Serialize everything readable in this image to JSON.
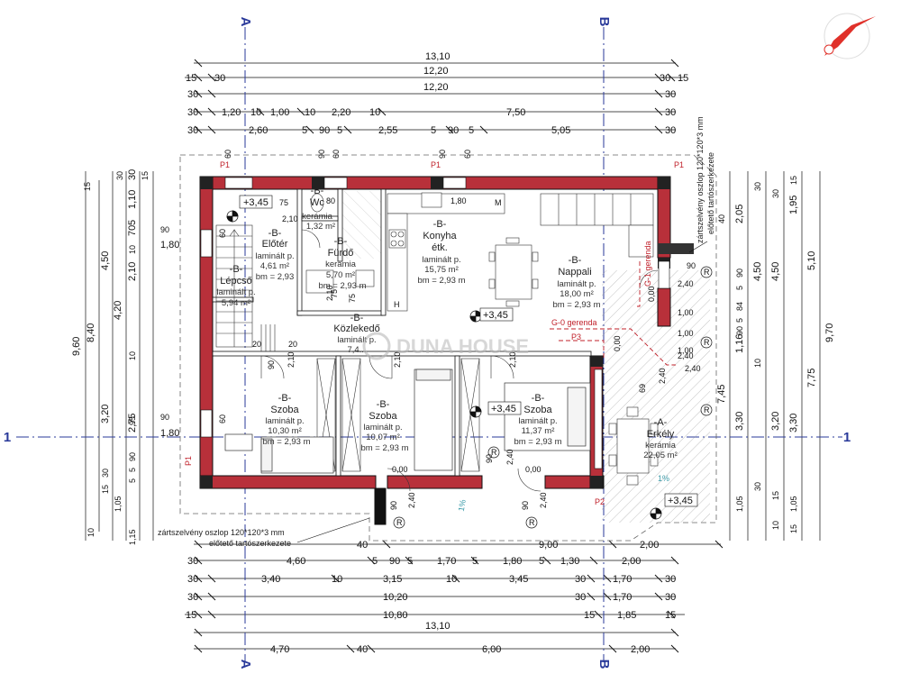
{
  "axes": {
    "A": "A",
    "B": "B",
    "one": "1"
  },
  "top_dims": {
    "row1": [
      "13,10"
    ],
    "row2": [
      "15",
      "30",
      "12,20",
      "30",
      "15"
    ],
    "row3": [
      "30",
      "12,20",
      "30"
    ],
    "row4": [
      "30",
      "1,20",
      "10",
      "1,00",
      "10",
      "2,20",
      "10",
      "7,50",
      "30"
    ],
    "row5": [
      "30",
      "2,60",
      "5",
      "90",
      "5",
      "2,55",
      "5",
      "90",
      "5",
      "5,05",
      "30"
    ],
    "row6": [
      "90",
      "60",
      "60",
      "90",
      "60"
    ]
  },
  "bottom_dims": {
    "row1": [
      "40",
      "9,00",
      "2,00"
    ],
    "row2": [
      "30",
      "4,60",
      "5",
      "90",
      "5",
      "1,70",
      "5",
      "1,80",
      "5",
      "1,30",
      "2,00"
    ],
    "row3": [
      "30",
      "3,40",
      "10",
      "3,15",
      "10",
      "3,45",
      "30",
      "1,70",
      "30"
    ],
    "row4": [
      "30",
      "10,20",
      "30",
      "1,70",
      "30"
    ],
    "row5": [
      "15",
      "10,80",
      "15",
      "1,85",
      "15"
    ],
    "row6": [
      "13,10"
    ],
    "row7": [
      "4,70",
      "40",
      "6,00",
      "2,00"
    ]
  },
  "left_dims": {
    "outer": [
      "9,60"
    ],
    "mid": [
      "8,40"
    ],
    "col3": [
      "4,50",
      "3,20",
      "1,80",
      "1,80"
    ],
    "col4": [
      "30",
      "1,10",
      "5",
      "70",
      "2,10",
      "4,20",
      "2,75"
    ],
    "small": [
      "15",
      "30",
      "15",
      "90",
      "10",
      "90",
      "10",
      "30",
      "95",
      "90",
      "5",
      "5",
      "15",
      "10",
      "1,15",
      "1,05"
    ]
  },
  "right_dims": {
    "outer": [
      "9,70"
    ],
    "col2": [
      "5,10",
      "7,75",
      "3,30"
    ],
    "col3": [
      "1,95",
      "4,50",
      "3,20"
    ],
    "col4": [
      "2,05",
      "4,50",
      "1,16",
      "7,45",
      "3,30"
    ],
    "small": [
      "40",
      "30",
      "15",
      "30",
      "90",
      "5",
      "84",
      "5",
      "90",
      "10",
      "30",
      "15",
      "1,05",
      "1,05",
      "10",
      "15"
    ]
  },
  "rooms": [
    {
      "label": "-B-",
      "name": "Wc",
      "floor": "kerámia",
      "area": "1,32 m²"
    },
    {
      "label": "-B-",
      "name": "Előtér",
      "floor": "laminált p.",
      "area": "4,61 m²",
      "height": "bm = 2,93"
    },
    {
      "label": "-B-",
      "name": "Fürdő",
      "floor": "kerámia",
      "area": "5,70 m²",
      "height": "bm = 2,93 m"
    },
    {
      "label": "-B-",
      "name": "Konyha",
      "name2": "étk.",
      "floor": "laminált p.",
      "area": "15,75 m²",
      "height": "bm = 2,93 m"
    },
    {
      "label": "-B-",
      "name": "Nappali",
      "floor": "laminált p.",
      "area": "18,00 m²",
      "height": "bm = 2,93 m"
    },
    {
      "label": "-B-",
      "name": "Lépcső",
      "floor": "laminált p.",
      "area": "5,94 m²"
    },
    {
      "label": "-B-",
      "name": "Közlekedő",
      "floor": "laminált p.",
      "area": "7,4..."
    },
    {
      "label": "-B-",
      "name": "Szoba",
      "floor": "laminált p.",
      "area": "10,30 m²",
      "height": "bm = 2,93 m"
    },
    {
      "label": "-B-",
      "name": "Szoba",
      "floor": "laminált p.",
      "area": "10,07 m²",
      "height": "bm = 2,93 m"
    },
    {
      "label": "-B-",
      "name": "Szoba",
      "floor": "laminált p.",
      "area": "11,37 m²",
      "height": "bm = 2,93 m"
    },
    {
      "label": "-A-",
      "name": "Erkély",
      "floor": "kerámia",
      "area": "22,05 m²"
    }
  ],
  "levels": [
    "+3,45",
    "+3,45",
    "+3,45",
    "+3,45"
  ],
  "door_marks": [
    "75",
    "80",
    "1,80",
    "2,10",
    "2,10",
    "60",
    "60",
    "90",
    "2,10",
    "2,10",
    "2,10",
    "0,00",
    "0,00",
    "0,00",
    "0,00",
    "1,00",
    "1,00",
    "1,00",
    "2,40",
    "2,40",
    "2,40",
    "2,40",
    "2,40",
    "2,40",
    "2,40",
    "90",
    "90",
    "90",
    "90",
    "75",
    "75",
    "20",
    "20",
    "69"
  ],
  "pillars": [
    "P1",
    "P1",
    "P1",
    "P1",
    "P2",
    "P3"
  ],
  "railing_marks": [
    "R",
    "R",
    "R",
    "R",
    "R",
    "R"
  ],
  "beams": [
    "G-1 gerenda",
    "G-0 gerenda"
  ],
  "notes": {
    "col_top_1": "zártszelvény oszlop 120*120*3 mm",
    "col_top_2": "előtető tartószerkezete",
    "col_bot_1": "zártszelvény oszlop 120*120*3 mm",
    "col_bot_2": "előtető tartószerkezete",
    "slope_1": "1%",
    "slope_2": "1%",
    "kitchen_M": "M",
    "kitchen_H": "H"
  },
  "watermark": "DUNA HOUSE",
  "colors": {
    "wall": "#b8303a",
    "wall_dark": "#111111",
    "axis": "#2a3a9a",
    "hatch": "#8a8a8a",
    "logo": "#e0312a"
  }
}
